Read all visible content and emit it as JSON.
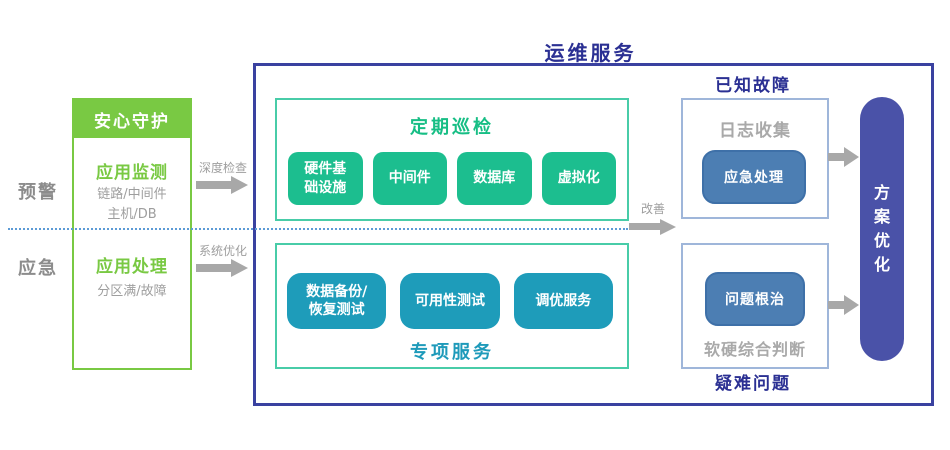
{
  "left_labels": {
    "warning": "预警",
    "emergency": "应急"
  },
  "guard_box": {
    "title": "安心守护",
    "items": [
      {
        "title": "应用监测",
        "subtitle": "链路/中间件\n主机/DB"
      },
      {
        "title": "应用处理",
        "subtitle": "分区满/故障"
      }
    ]
  },
  "flow_labels": {
    "deep_check": "深度检查",
    "system_optimize": "系统优化",
    "improve": "改善"
  },
  "main_box": {
    "title": "运维服务",
    "periodic_inspection": {
      "title": "定期巡检",
      "items": [
        "硬件基\n础设施",
        "中间件",
        "数据库",
        "虚拟化"
      ]
    },
    "special_service": {
      "title": "专项服务",
      "items": [
        "数据备份/\n恢复测试",
        "可用性测试",
        "调优服务"
      ]
    },
    "known_fault": {
      "title": "已知故障",
      "label": "日志收集",
      "chip": "应急处理"
    },
    "hard_problem": {
      "title": "疑难问题",
      "chip": "问题根治",
      "label": "软硬综合判断"
    },
    "pill": "方案优化"
  },
  "colors": {
    "bright_green": "#79C943",
    "emerald": "#1CBE8F",
    "teal": "#1E9CBA",
    "chip_blue": "#4C7EB3",
    "indigo_pill": "#4A52A8",
    "main_border": "#3A41A0",
    "title_blue": "#2B3093",
    "gray_text": "#9E9E9E",
    "dotted_line": "#5C9BD6"
  }
}
